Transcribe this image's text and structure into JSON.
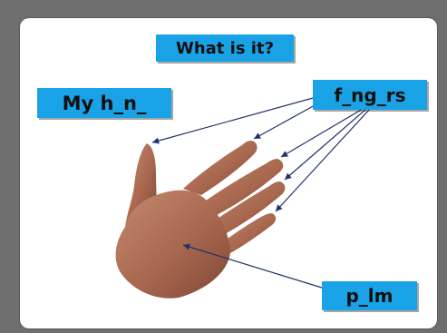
{
  "slide": {
    "title": "What is it?",
    "hand_label": "My h_n_",
    "fingers_label": "f_ng_rs",
    "palm_label": "p_lm"
  },
  "colors": {
    "background": "#6e6e6e",
    "slide": "#ffffff",
    "label_box": "#1aa2e6",
    "arrow": "#22316b",
    "skin": "#a8674e"
  },
  "icons": {
    "hand": "hand-photo"
  }
}
